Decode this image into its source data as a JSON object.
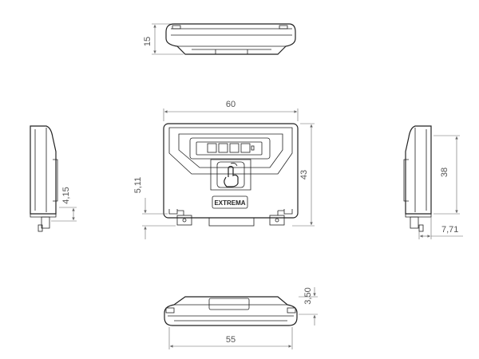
{
  "dimensions": {
    "top_height": "15",
    "front_width": "60",
    "front_height": "43",
    "front_offset": "5,11",
    "left_offset": "4,15",
    "right_height": "38",
    "right_offset": "7,71",
    "bottom_height": "3,50",
    "bottom_width": "55"
  },
  "logo": {
    "text": "EXTREMA"
  }
}
